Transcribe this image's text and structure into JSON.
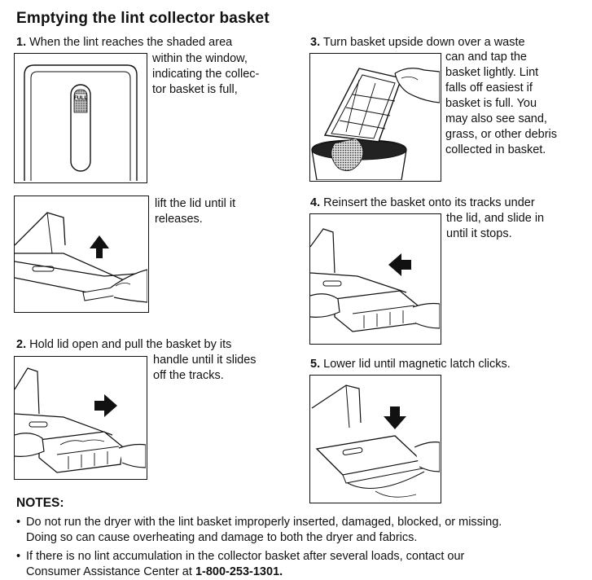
{
  "title": "Emptying the lint collector basket",
  "step1": {
    "number": "1.",
    "line1": "When the lint reaches the shaded area",
    "line2": "within the window,",
    "line3": "indicating the collec-",
    "line4": "tor basket is full,",
    "full_label": "FULL",
    "line5": "lift the lid until it",
    "line6": "releases."
  },
  "step2": {
    "number": "2.",
    "line1": "Hold lid open and pull the basket by its",
    "line2": "handle until it slides",
    "line3": "off the tracks."
  },
  "step3": {
    "number": "3.",
    "line1": "Turn basket upside down over a waste",
    "line2": "can and tap the",
    "line3": "basket lightly. Lint",
    "line4": "falls off easiest if",
    "line5": "basket is full. You",
    "line6": "may also see sand,",
    "line7": "grass, or  other debris",
    "line8": "collected in basket."
  },
  "step4": {
    "number": "4.",
    "line1": "Reinsert the basket onto its tracks under",
    "line2": "the lid, and slide in",
    "line3": "until it stops."
  },
  "step5": {
    "number": "5.",
    "line1": "Lower lid until magnetic latch clicks."
  },
  "notes": {
    "heading": "NOTES:",
    "bullet": "•",
    "note1_line1": "Do not run the dryer with the lint basket improperly inserted, damaged, blocked, or missing.",
    "note1_line2": "Doing so can cause overheating and damage to both the dryer and fabrics.",
    "note2_line1": "If there is no lint accumulation in the collector basket after several loads, contact our",
    "note2_line2_prefix": "Consumer Assistance Center at ",
    "note2_phone": "1-800-253-1301."
  }
}
